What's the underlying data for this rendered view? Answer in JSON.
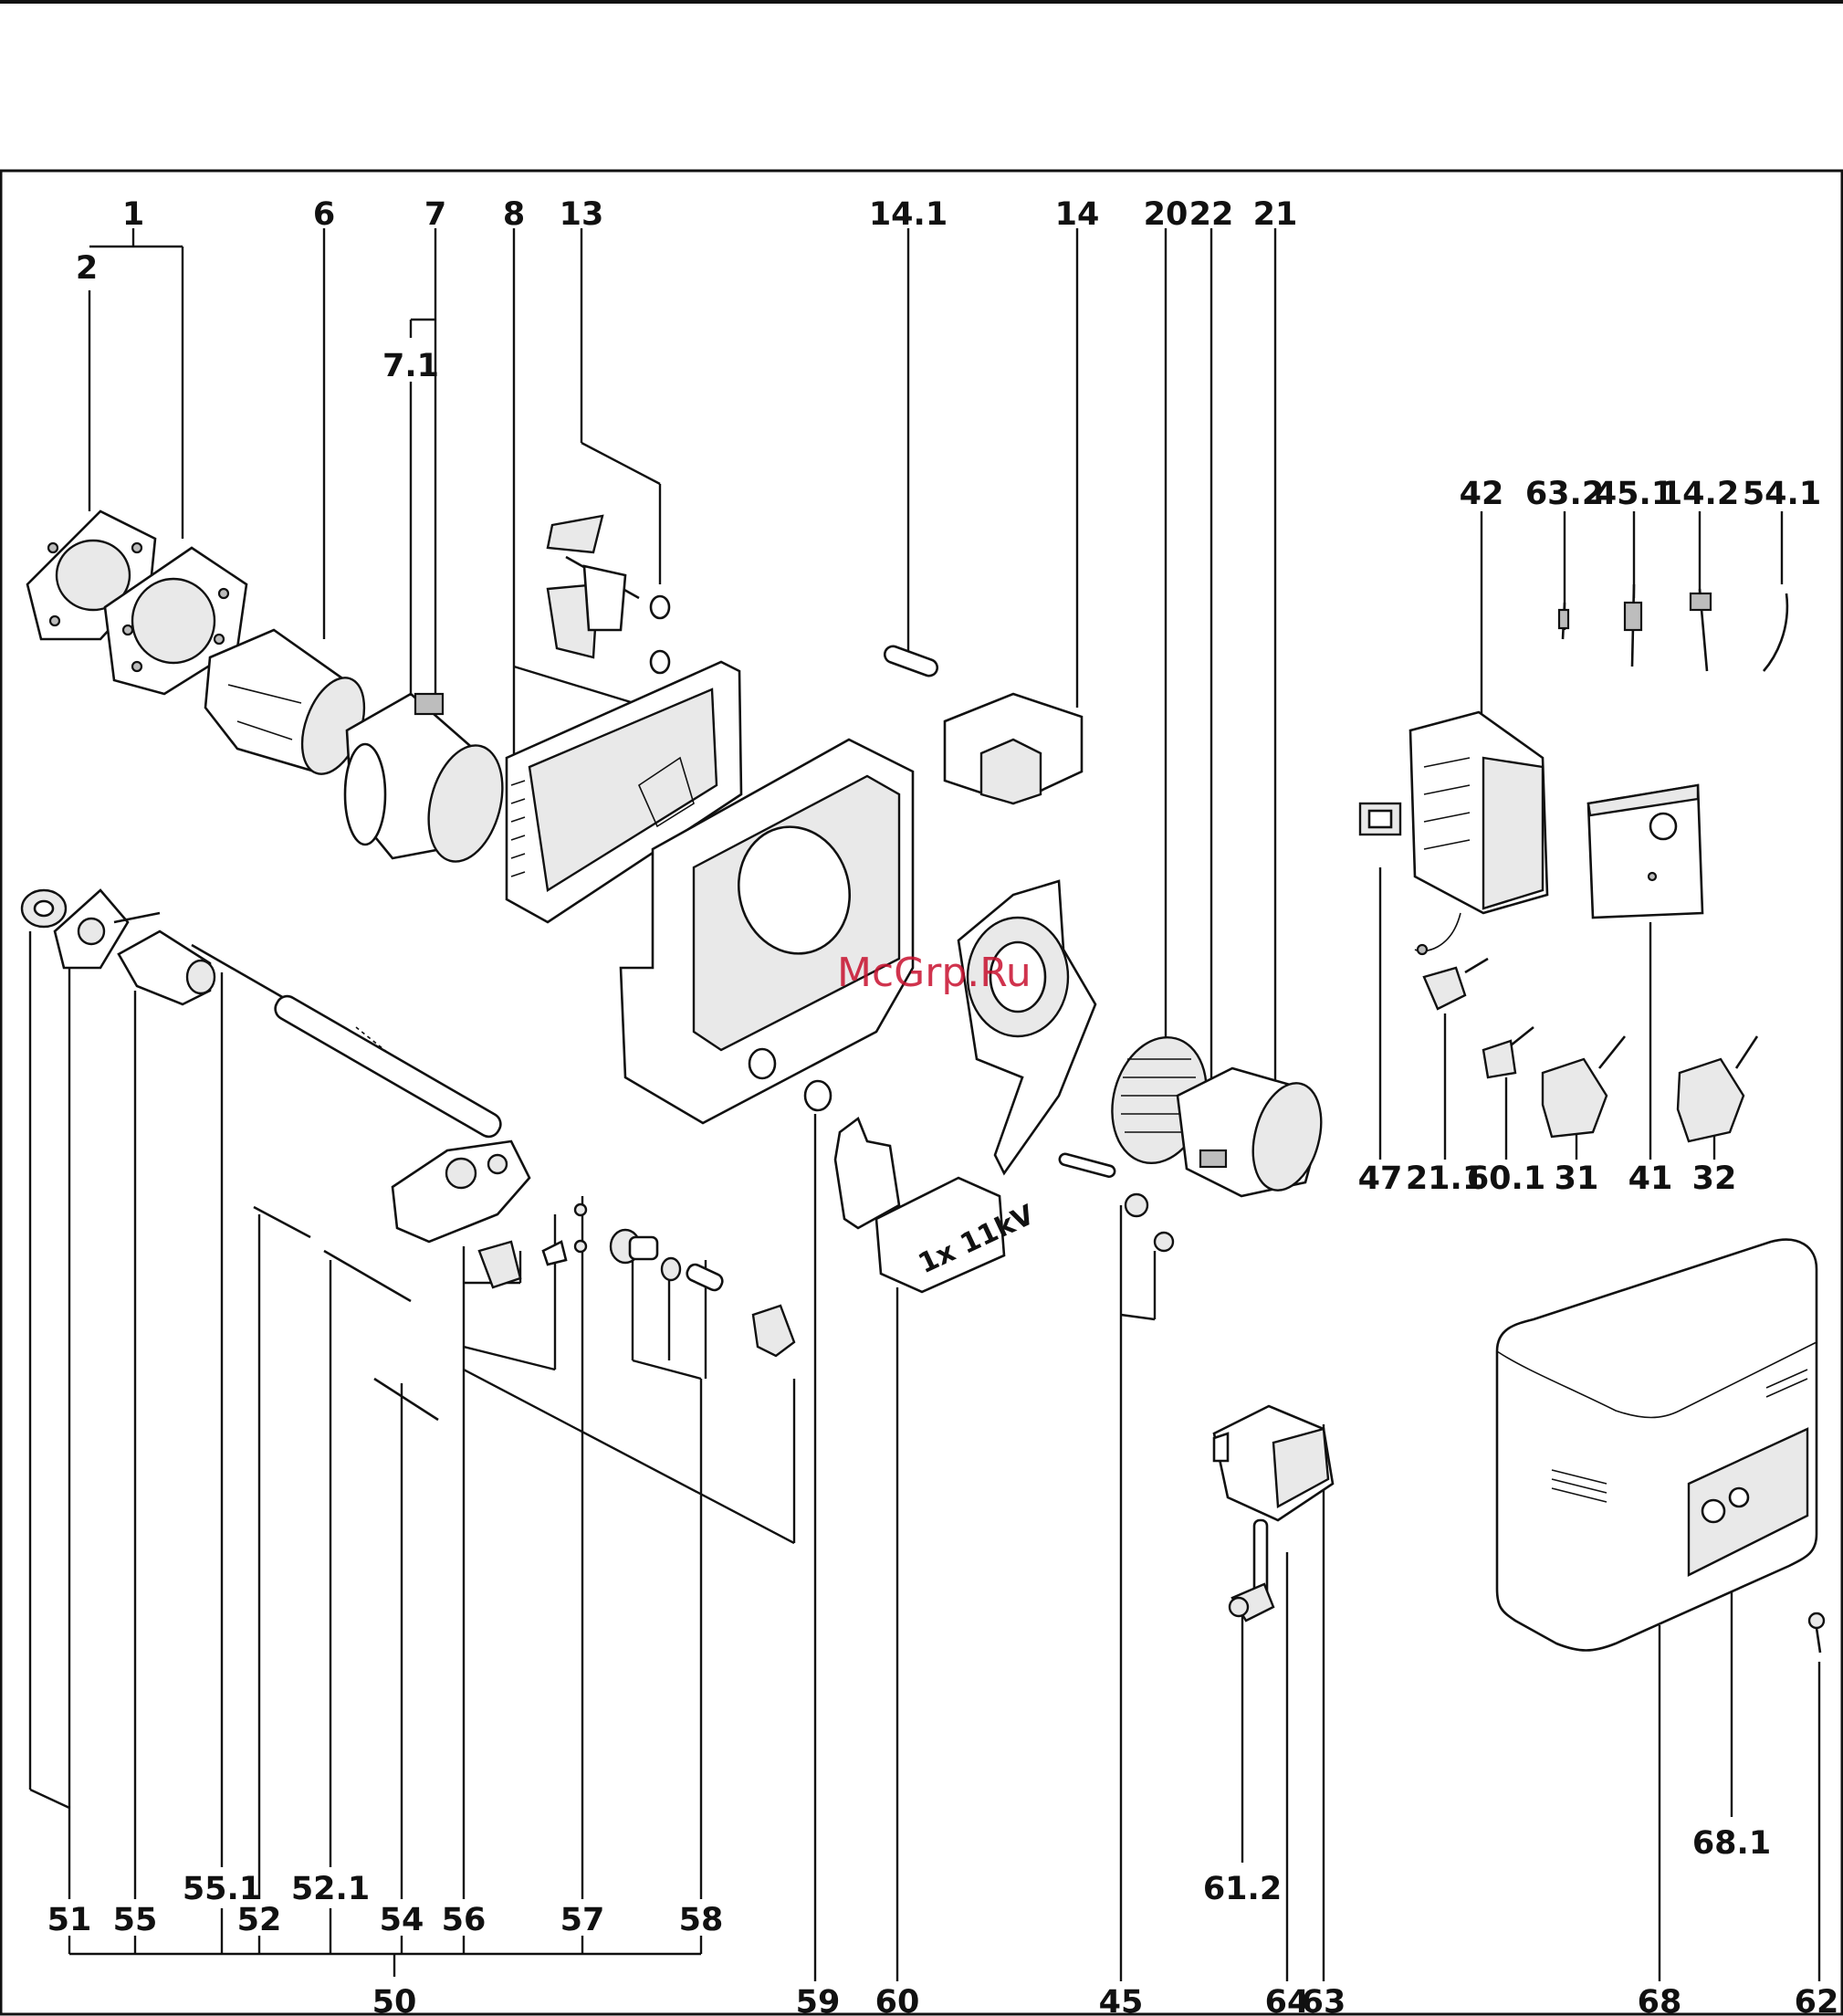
{
  "diagram": {
    "parts": {
      "p1": "1",
      "p2": "2",
      "p6": "6",
      "p7": "7",
      "p7_1": "7.1",
      "p8": "8",
      "p13": "13",
      "p14_1": "14.1",
      "p14": "14",
      "p20": "20",
      "p22": "22",
      "p21": "21",
      "p42": "42",
      "p63_2": "63.2",
      "p45_1": "45.1",
      "p14_2": "14.2",
      "p54_1": "54.1",
      "p47": "47",
      "p21_1": "21.1",
      "p60_1": "60.1",
      "p31": "31",
      "p41": "41",
      "p32": "32",
      "p55_1": "55.1",
      "p52_1": "52.1",
      "p51": "51",
      "p55": "55",
      "p52": "52",
      "p54": "54",
      "p56": "56",
      "p57": "57",
      "p58": "58",
      "p50": "50",
      "p59": "59",
      "p60": "60",
      "p45": "45",
      "p61_2": "61.2",
      "p64": "64",
      "p63": "63",
      "p68": "68",
      "p68_1": "68.1",
      "p62": "62"
    },
    "ignition_label": "1x 11kV",
    "watermark": "McGrp.Ru"
  }
}
